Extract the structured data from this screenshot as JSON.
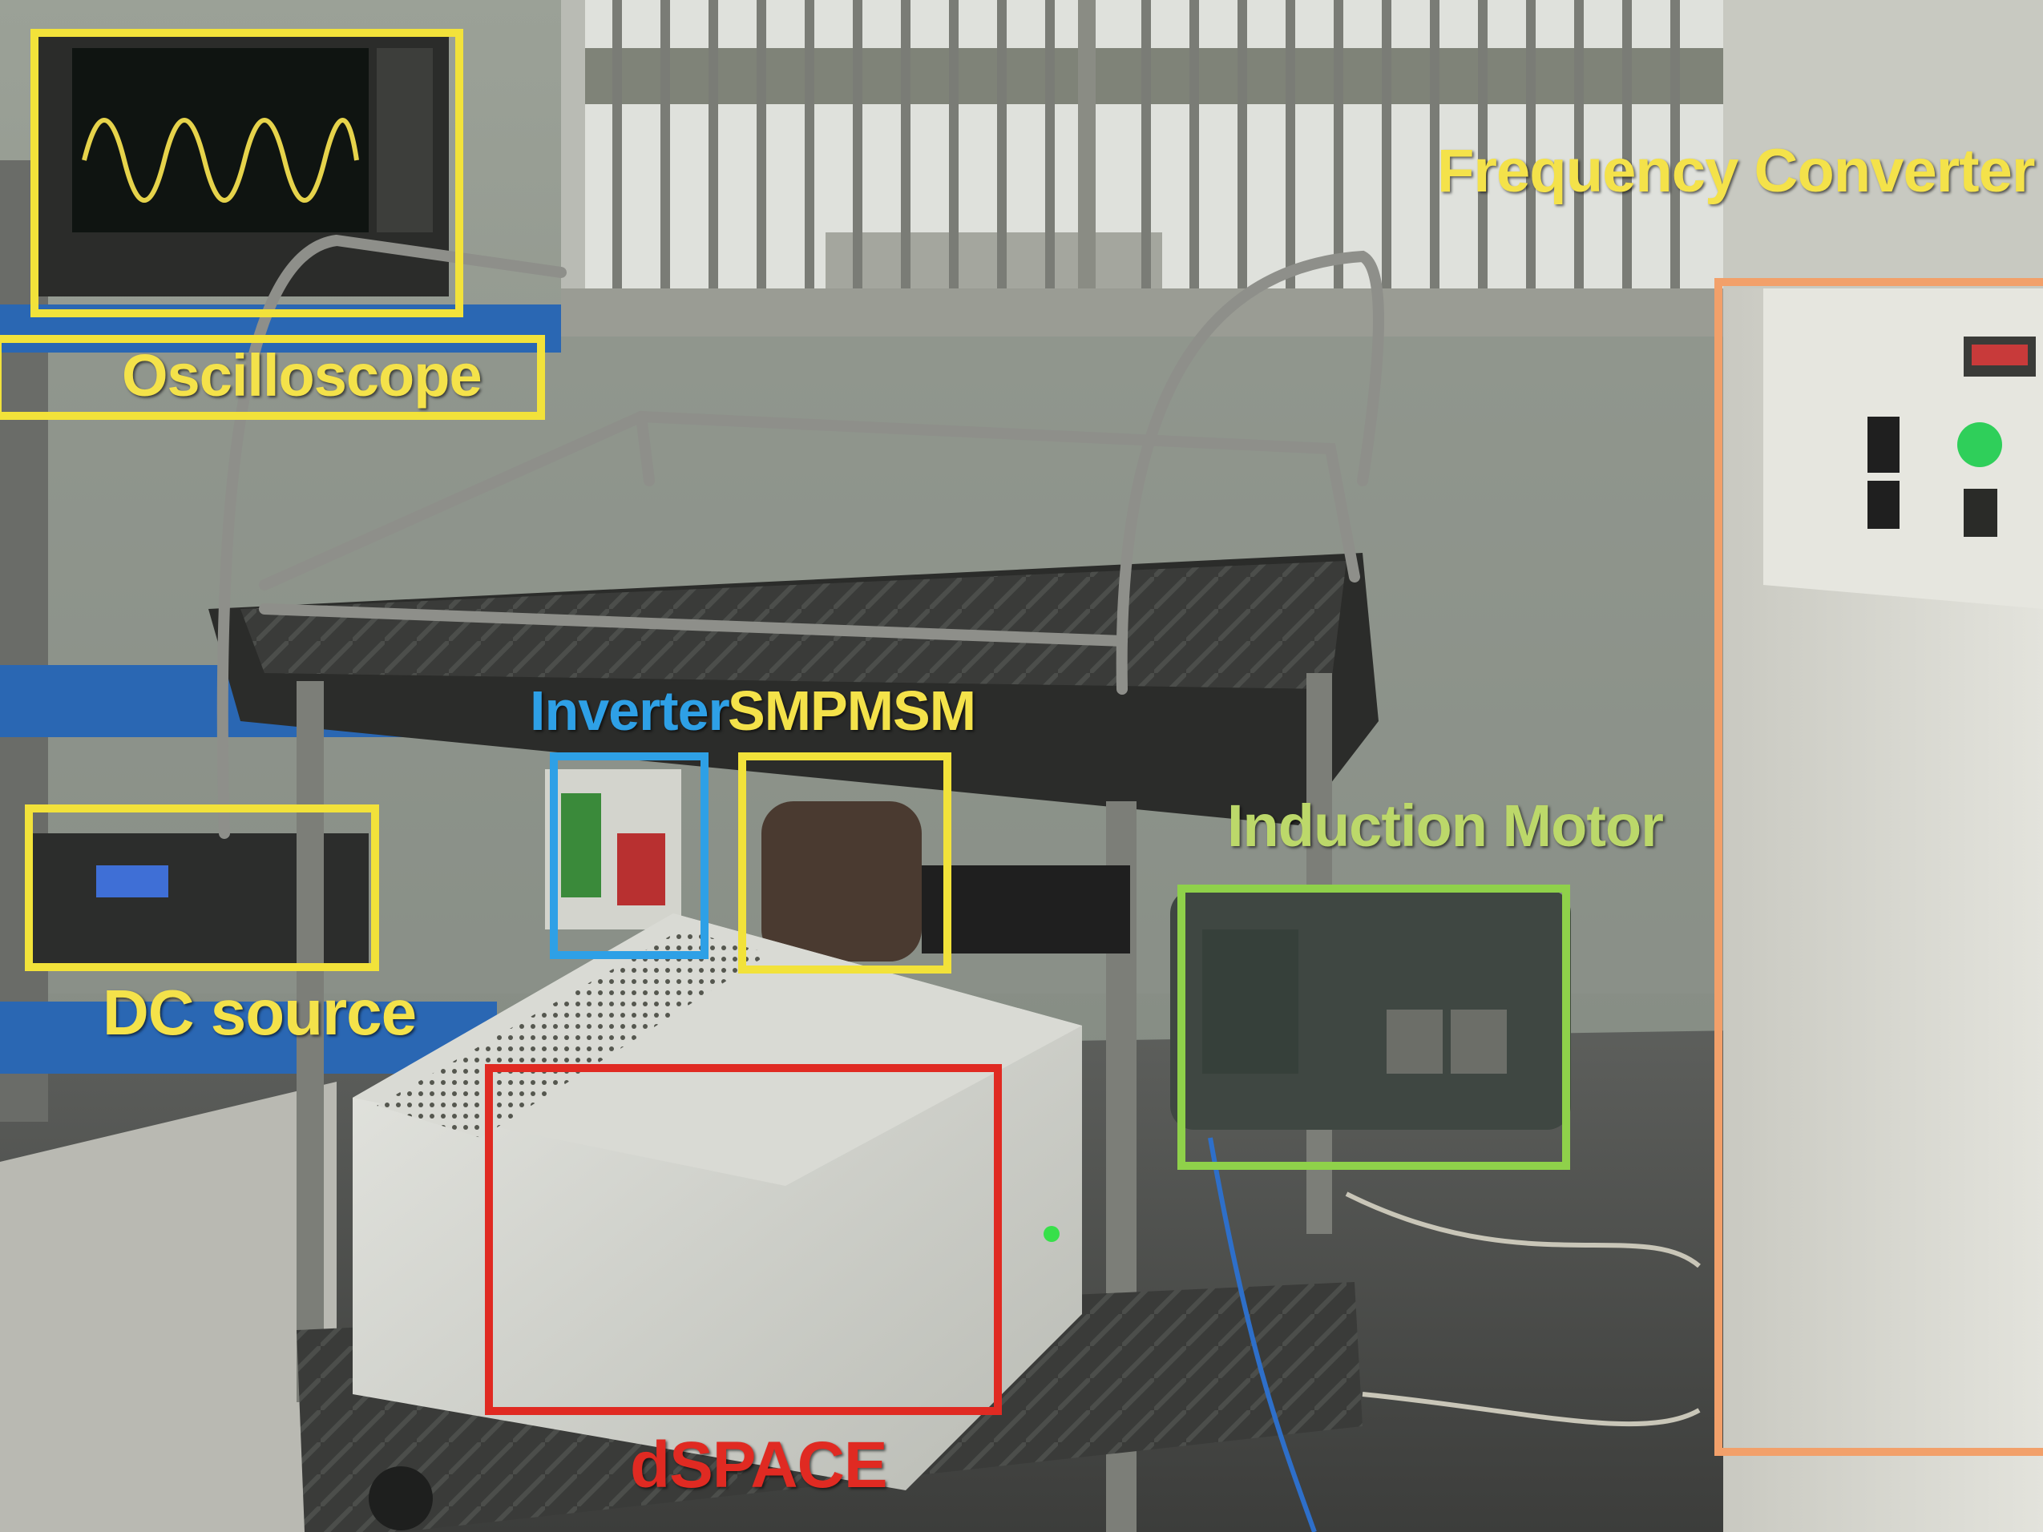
{
  "colors": {
    "yellow": "#f2e23a",
    "blue": "#2ea0e6",
    "red": "#e02a22",
    "green": "#8fd14a",
    "orange": "#f2a06a",
    "label_yellow": "#f4e24a",
    "label_green": "#bcd86a"
  },
  "labels": {
    "frequency_converter": "Frequency Converter",
    "oscilloscope": "Oscilloscope",
    "inverter": "Inverter",
    "smpmsm": "SMPMSM",
    "induction_motor": "Induction Motor",
    "dc_source": "DC source",
    "dspace": "dSPACE"
  }
}
